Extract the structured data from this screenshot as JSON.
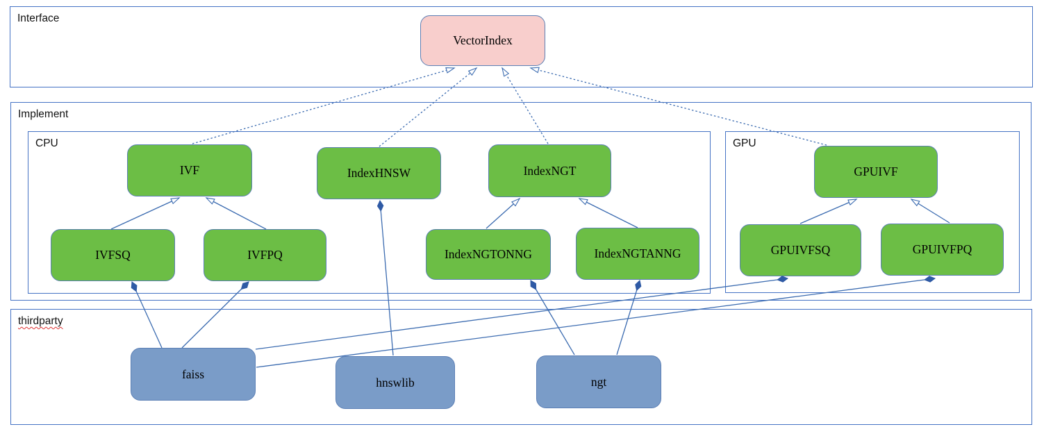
{
  "diagram": {
    "containers": {
      "interface": {
        "label": "Interface"
      },
      "implement": {
        "label": "Implement"
      },
      "cpu": {
        "label": "CPU"
      },
      "gpu": {
        "label": "GPU"
      },
      "thirdparty": {
        "label": "thirdparty",
        "spellcheck_underline": true
      }
    },
    "nodes": {
      "vectorindex": {
        "label": "VectorIndex",
        "group": "interface",
        "fill": "#f8cecc"
      },
      "ivf": {
        "label": "IVF",
        "group": "implement-cpu",
        "fill": "#6cbe45"
      },
      "indexhnsw": {
        "label": "IndexHNSW",
        "group": "implement-cpu",
        "fill": "#6cbe45"
      },
      "indexngt": {
        "label": "IndexNGT",
        "group": "implement-cpu",
        "fill": "#6cbe45"
      },
      "ivfsq": {
        "label": "IVFSQ",
        "group": "implement-cpu",
        "fill": "#6cbe45"
      },
      "ivfpq": {
        "label": "IVFPQ",
        "group": "implement-cpu",
        "fill": "#6cbe45"
      },
      "indexngtonng": {
        "label": "IndexNGTONNG",
        "group": "implement-cpu",
        "fill": "#6cbe45"
      },
      "indexngtanng": {
        "label": "IndexNGTANNG",
        "group": "implement-cpu",
        "fill": "#6cbe45"
      },
      "gpuivf": {
        "label": "GPUIVF",
        "group": "implement-gpu",
        "fill": "#6cbe45"
      },
      "gpuivfsq": {
        "label": "GPUIVFSQ",
        "group": "implement-gpu",
        "fill": "#6cbe45"
      },
      "gpuivfpq": {
        "label": "GPUIVFPQ",
        "group": "implement-gpu",
        "fill": "#6cbe45"
      },
      "faiss": {
        "label": "faiss",
        "group": "thirdparty",
        "fill": "#7a9cc8"
      },
      "hnswlib": {
        "label": "hnswlib",
        "group": "thirdparty",
        "fill": "#7a9cc8"
      },
      "ngt": {
        "label": "ngt",
        "group": "thirdparty",
        "fill": "#7a9cc8"
      }
    },
    "edges": [
      {
        "from": "IVF",
        "to": "VectorIndex",
        "type": "realization-dashed-hollow-arrow"
      },
      {
        "from": "IndexHNSW",
        "to": "VectorIndex",
        "type": "realization-dashed-hollow-arrow"
      },
      {
        "from": "IndexNGT",
        "to": "VectorIndex",
        "type": "realization-dashed-hollow-arrow"
      },
      {
        "from": "GPUIVF",
        "to": "VectorIndex",
        "type": "realization-dashed-hollow-arrow"
      },
      {
        "from": "IVFSQ",
        "to": "IVF",
        "type": "generalization-hollow-arrow"
      },
      {
        "from": "IVFPQ",
        "to": "IVF",
        "type": "generalization-hollow-arrow"
      },
      {
        "from": "IndexNGTONNG",
        "to": "IndexNGT",
        "type": "generalization-hollow-arrow"
      },
      {
        "from": "IndexNGTANNG",
        "to": "IndexNGT",
        "type": "generalization-hollow-arrow"
      },
      {
        "from": "GPUIVFSQ",
        "to": "GPUIVF",
        "type": "generalization-hollow-arrow"
      },
      {
        "from": "GPUIVFPQ",
        "to": "GPUIVF",
        "type": "generalization-hollow-arrow"
      },
      {
        "from": "faiss",
        "to": "IVFSQ",
        "type": "composition-filled-diamond"
      },
      {
        "from": "faiss",
        "to": "IVFPQ",
        "type": "composition-filled-diamond"
      },
      {
        "from": "faiss",
        "to": "GPUIVFSQ",
        "type": "composition-filled-diamond"
      },
      {
        "from": "faiss",
        "to": "GPUIVFPQ",
        "type": "composition-filled-diamond"
      },
      {
        "from": "hnswlib",
        "to": "IndexHNSW",
        "type": "composition-filled-diamond"
      },
      {
        "from": "ngt",
        "to": "IndexNGTONNG",
        "type": "composition-filled-diamond"
      },
      {
        "from": "ngt",
        "to": "IndexNGTANNG",
        "type": "composition-filled-diamond"
      }
    ],
    "colors": {
      "container_border": "#4472c4",
      "node_border": "#5b7fb5",
      "green_fill": "#6cbe45",
      "blue_fill": "#7a9cc8",
      "pink_fill": "#f8cecc",
      "connector": "#3b6bb0",
      "diamond_fill": "#2f5aa5",
      "spellcheck_underline": "#e03030"
    }
  }
}
